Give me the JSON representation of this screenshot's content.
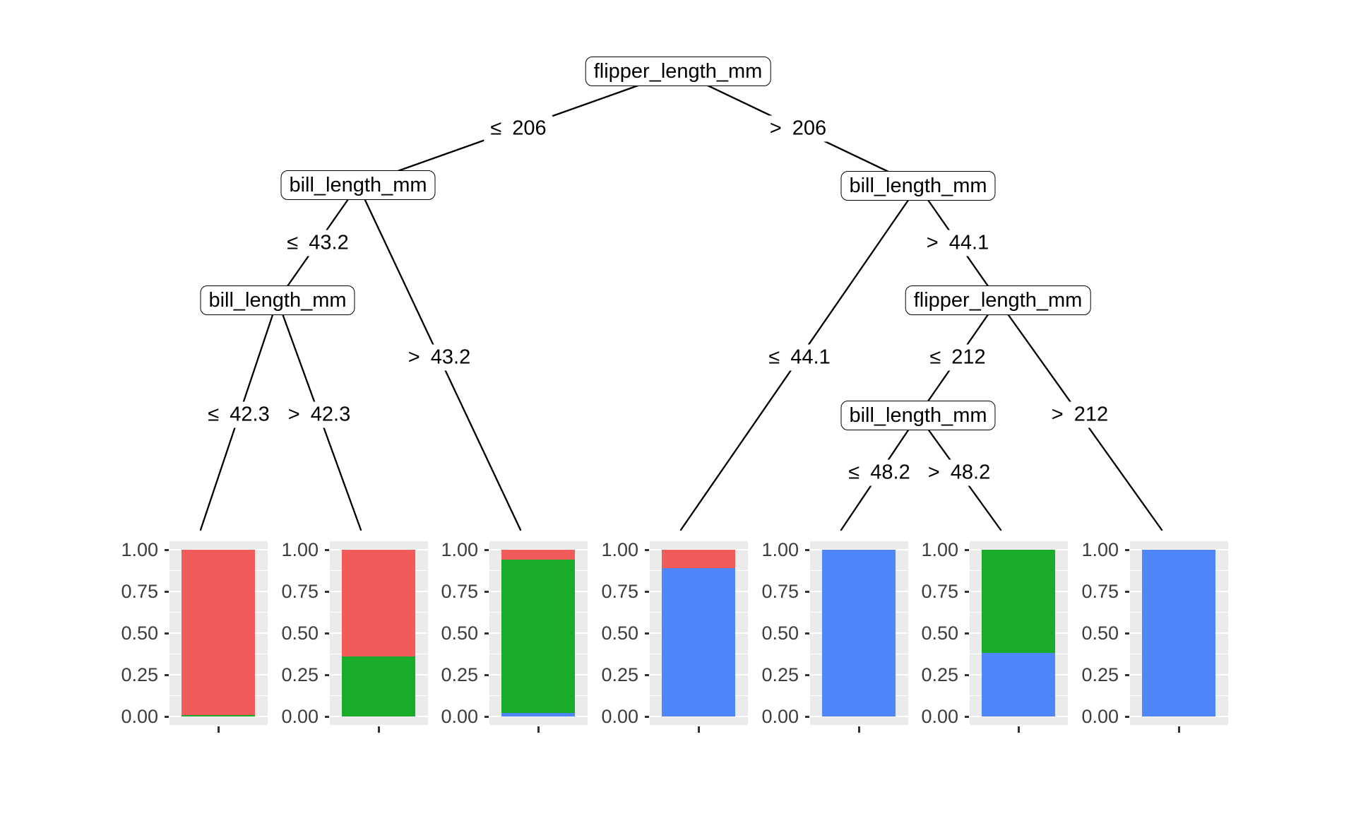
{
  "figure": {
    "kind": "decision-tree-with-leaf-distributions",
    "background": "#FFFFFF"
  },
  "tree": {
    "nodes": [
      {
        "label": "flipper_length_mm"
      },
      {
        "label": "bill_length_mm"
      },
      {
        "label": "bill_length_mm"
      },
      {
        "label": "bill_length_mm"
      },
      {
        "label": "flipper_length_mm"
      },
      {
        "label": "bill_length_mm"
      }
    ],
    "edge_labels": [
      "≤ 206",
      "> 206",
      "≤ 43.2",
      "> 43.2",
      "≤ 42.3",
      "> 42.3",
      "≤ 44.1",
      "> 44.1",
      "≤ 212",
      "> 212",
      "≤ 48.2",
      "> 48.2"
    ]
  },
  "chart_data": {
    "type": "bar",
    "subtype": "stacked_proportion_column",
    "title": "",
    "xlabel": "",
    "ylabel": "",
    "ylim": [
      0,
      1
    ],
    "grid": "white major+minor gridlines on gray panel",
    "legend_position": "none",
    "y_tick_labels": [
      "1.00",
      "0.75",
      "0.50",
      "0.25",
      "0.00"
    ],
    "y_tick_values": [
      1,
      0.75,
      0.5,
      0.25,
      0
    ],
    "colors": {
      "red": "#F25B5B",
      "green": "#19AC2B",
      "blue": "#4F86FA"
    },
    "stack_order_bottom_to_top": [
      "blue",
      "green",
      "red"
    ],
    "charts": [
      {
        "position": 1,
        "parent_branch": "≤ 42.3",
        "values": {
          "red": 0.99,
          "green": 0.01,
          "blue": 0.0
        }
      },
      {
        "position": 2,
        "parent_branch": "> 42.3",
        "values": {
          "red": 0.64,
          "green": 0.36,
          "blue": 0.0
        }
      },
      {
        "position": 3,
        "parent_branch": "> 43.2",
        "values": {
          "red": 0.06,
          "green": 0.92,
          "blue": 0.02
        }
      },
      {
        "position": 4,
        "parent_branch": "≤ 44.1",
        "values": {
          "red": 0.11,
          "green": 0.0,
          "blue": 0.89
        }
      },
      {
        "position": 5,
        "parent_branch": "≤ 48.2",
        "values": {
          "red": 0.0,
          "green": 0.0,
          "blue": 1.0
        }
      },
      {
        "position": 6,
        "parent_branch": "> 48.2",
        "values": {
          "red": 0.0,
          "green": 0.62,
          "blue": 0.38
        }
      },
      {
        "position": 7,
        "parent_branch": "> 212",
        "values": {
          "red": 0.0,
          "green": 0.0,
          "blue": 1.0
        }
      }
    ]
  }
}
